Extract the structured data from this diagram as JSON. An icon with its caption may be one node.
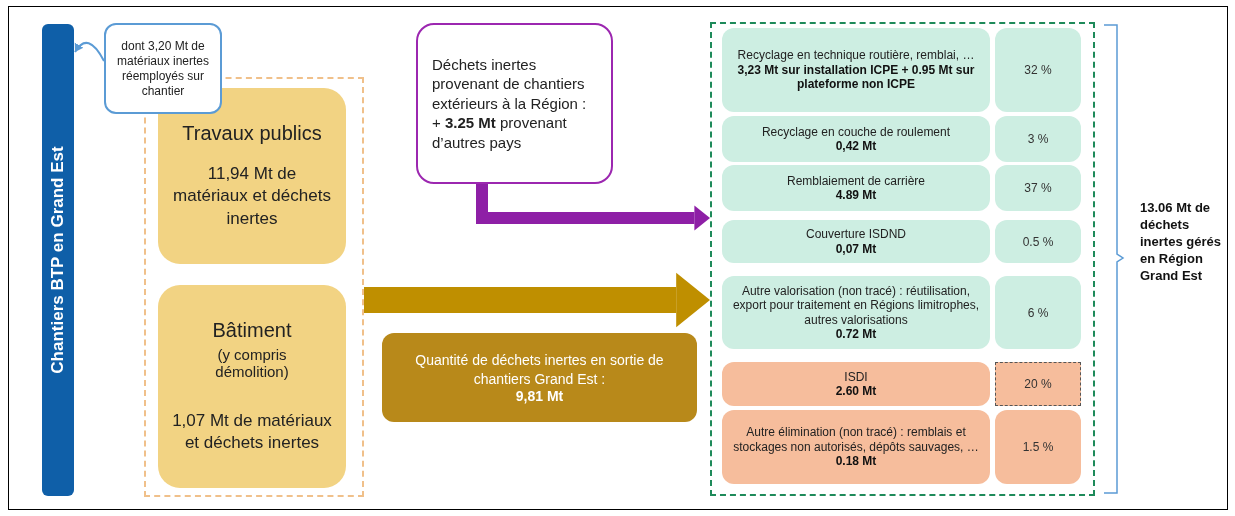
{
  "diagram": {
    "nodes": [
      {
        "text": [
          "Chantiers BTP en Grand Est"
        ]
      },
      {
        "text": [
          "dont 3,20 Mt de matériaux inertes réemployés sur chantier"
        ]
      },
      {
        "text": [],
        "shape": "box"
      },
      {
        "text": [
          "Travaux publics",
          "11,94 Mt de matériaux et déchets inertes"
        ],
        "in": 2
      },
      {
        "text": [
          "Bâtiment",
          "(y compris démolition)",
          "1,07 Mt de matériaux et déchets inertes"
        ],
        "in": 2
      },
      {
        "text": [
          "Déchets inertes provenant de chantiers extérieurs à la Région : + **3.25 Mt** provenant d’autres pays"
        ]
      },
      {
        "text": [
          "Quantité de déchets inertes en sortie de chantiers Grand Est :",
          "9,81 Mt"
        ]
      },
      {
        "text": [],
        "shape": "box"
      },
      {
        "text": [
          "Recyclage en technique routière, remblai, …",
          "3,23 Mt sur installation ICPE + 0.95 Mt sur plateforme non ICPE"
        ],
        "in": 7
      },
      {
        "text": [
          "32 %"
        ],
        "in": 7
      },
      {
        "text": [
          "Recyclage en couche de roulement",
          "0,42 Mt"
        ],
        "in": 7
      },
      {
        "text": [
          "3 %"
        ],
        "in": 7
      },
      {
        "text": [
          "Remblaiement de carrière",
          "4.89 Mt"
        ],
        "in": 7
      },
      {
        "text": [
          "37 %"
        ],
        "in": 7
      },
      {
        "text": [
          "Couverture ISDND",
          "0,07 Mt"
        ],
        "in": 7
      },
      {
        "text": [
          "0.5 %"
        ],
        "in": 7
      },
      {
        "text": [
          "Autre valorisation (non tracé) : réutilisation, export pour traitement en Régions limitrophes, autres valorisations",
          "0.72 Mt"
        ],
        "in": 7
      },
      {
        "text": [
          "6 %"
        ],
        "in": 7
      },
      {
        "text": [
          "ISDI",
          "2.60 Mt"
        ],
        "in": 7
      },
      {
        "text": [
          "20 %"
        ],
        "in": 7
      },
      {
        "text": [
          "Autre élimination (non tracé) : remblais et stockages non autorisés, dépôts sauvages, …",
          "0.18 Mt"
        ],
        "in": 7
      },
      {
        "text": [
          "1.5 %"
        ],
        "in": 7
      }
    ],
    "edges": [
      {
        "from": 1,
        "to": 0,
        "arrow": "to",
        "color": "#5b9bd5"
      },
      {
        "from": 5,
        "to": 7,
        "arrow": "to",
        "color": "#8e1fa6"
      },
      {
        "from": 2,
        "to": 7,
        "arrow": "to",
        "style": "thick",
        "color": "#bf8f00"
      }
    ],
    "labels": [
      "13.06 Mt de déchets inertes gérés en Région Grand Est"
    ]
  }
}
